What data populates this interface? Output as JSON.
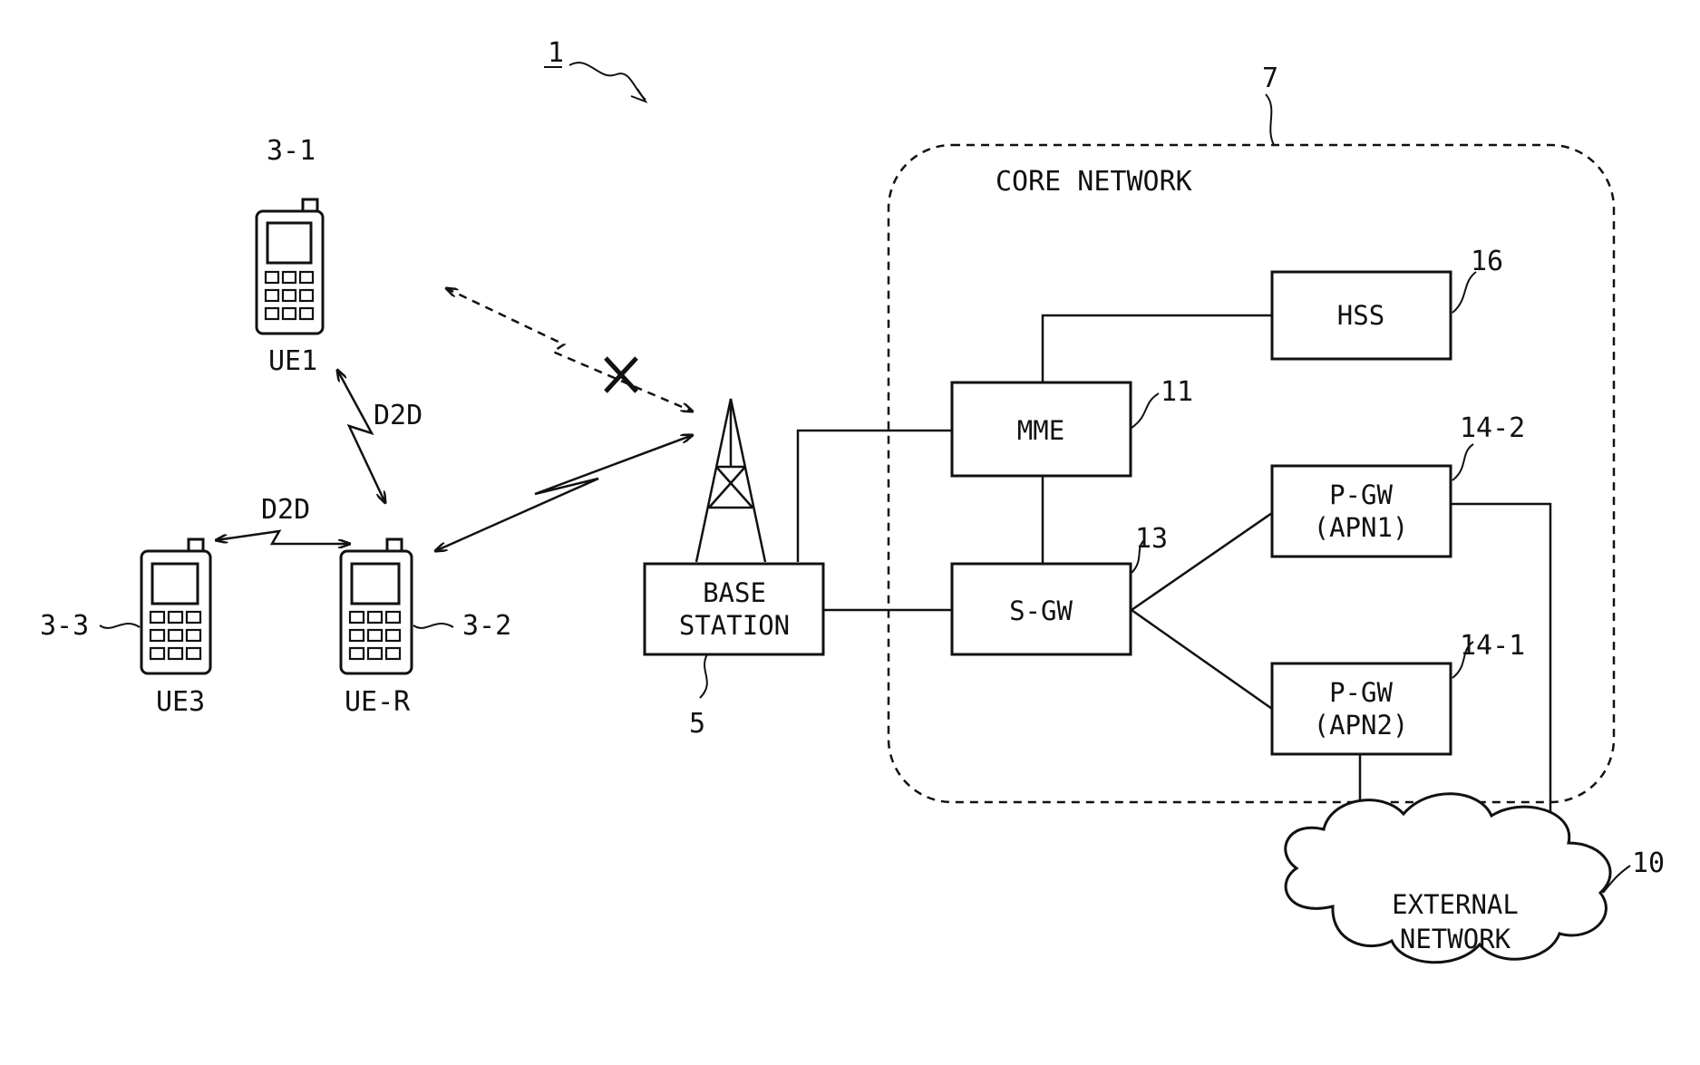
{
  "system_ref": "1",
  "core_network": {
    "ref": "7",
    "label": "CORE NETWORK"
  },
  "nodes": {
    "hss": {
      "label": "HSS",
      "ref": "16"
    },
    "mme": {
      "label": "MME",
      "ref": "11"
    },
    "sgw": {
      "label": "S-GW",
      "ref": "13"
    },
    "pgw1": {
      "label_line1": "P-GW",
      "label_line2": "(APN1)",
      "ref": "14-2"
    },
    "pgw2": {
      "label_line1": "P-GW",
      "label_line2": "(APN2)",
      "ref": "14-1"
    },
    "base_station": {
      "label_line1": "BASE",
      "label_line2": "STATION",
      "ref": "5"
    },
    "external_network": {
      "label_line1": "EXTERNAL",
      "label_line2": "NETWORK",
      "ref": "10"
    }
  },
  "devices": {
    "ue1": {
      "label": "UE1",
      "ref": "3-1"
    },
    "ue_r": {
      "label": "UE-R",
      "ref": "3-2"
    },
    "ue3": {
      "label": "UE3",
      "ref": "3-3"
    }
  },
  "links": {
    "d2d_ue1_uer": "D2D",
    "d2d_ue3_uer": "D2D"
  }
}
